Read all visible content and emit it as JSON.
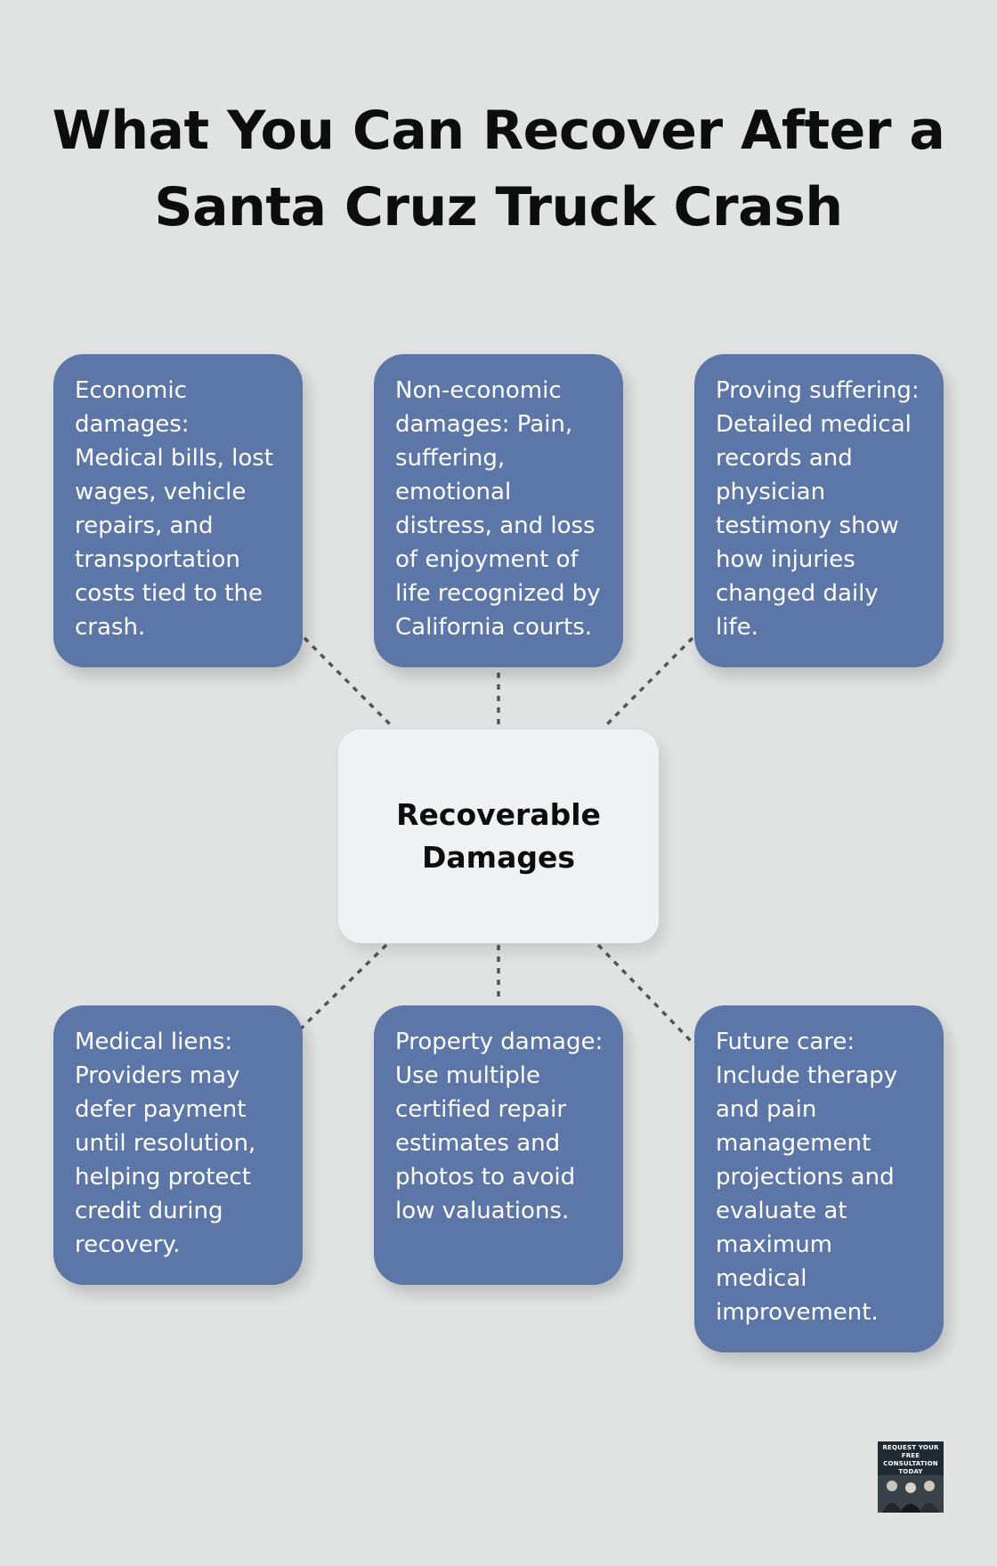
{
  "title": {
    "line1": "What You Can Recover After a",
    "line2": "Santa Cruz Truck Crash"
  },
  "hub": {
    "label": "Recoverable Damages"
  },
  "cards": [
    {
      "text": "Economic damages: Medical bills, lost wages, vehicle repairs, and transportation costs tied to the crash."
    },
    {
      "text": "Non-economic damages: Pain, suffering, emotional distress, and loss of enjoyment of life recognized by California courts."
    },
    {
      "text": "Proving suffering: Detailed medical records and physician testimony show how injuries changed daily life."
    },
    {
      "text": "Medical liens: Providers may defer payment until resolution, helping protect credit during recovery."
    },
    {
      "text": "Property damage: Use multiple certified repair estimates and photos to avoid low valuations."
    },
    {
      "text": "Future care: Include therapy and pain management projections and evaluate at maximum medical improvement."
    }
  ],
  "badge": {
    "text": "REQUEST YOUR FREE CONSULTATION TODAY"
  },
  "colors": {
    "background": "#e1e3e3",
    "card": "#5c76a8",
    "hub": "#eff1f2",
    "connector": "#555555"
  }
}
